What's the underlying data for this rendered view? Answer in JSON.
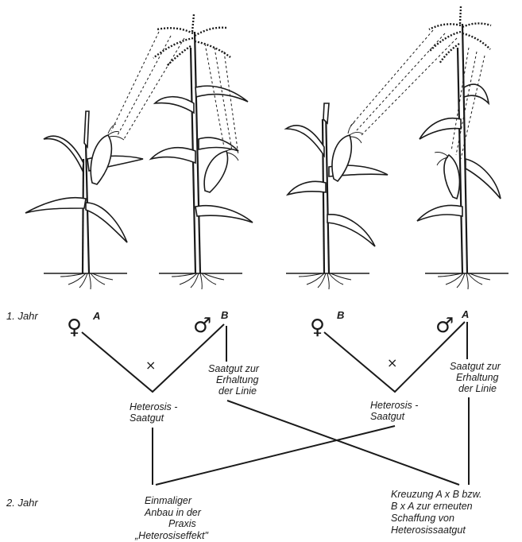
{
  "years": {
    "first": "1. Jahr",
    "second": "2. Jahr"
  },
  "left_cross": {
    "female_label": "A",
    "male_label": "B",
    "cross_symbol": "×",
    "heterosis_seed": [
      "Heterosis -",
      "Saatgut"
    ],
    "maintenance_seed": [
      "Saatgut zur",
      "Erhaltung",
      "der Linie"
    ]
  },
  "right_cross": {
    "female_label": "B",
    "male_label": "A",
    "cross_symbol": "×",
    "heterosis_seed": [
      "Heterosis -",
      "Saatgut"
    ],
    "maintenance_seed": [
      "Saatgut zur",
      "Erhaltung",
      "der Linie"
    ]
  },
  "outcome_left": [
    "Einmaliger",
    "Anbau in der",
    "Praxis",
    "„Heterosiseffekt\""
  ],
  "outcome_right": [
    "Kreuzung  A x B   bzw.",
    "B x A  zur erneuten",
    "Schaffung von",
    "Heterosissaatgut"
  ],
  "symbols": {
    "female": "♀",
    "male": "♂"
  },
  "icons": {
    "plants": [
      "maize-plant-female",
      "maize-plant-male-tall",
      "maize-plant-female",
      "maize-plant-male-tall"
    ]
  }
}
